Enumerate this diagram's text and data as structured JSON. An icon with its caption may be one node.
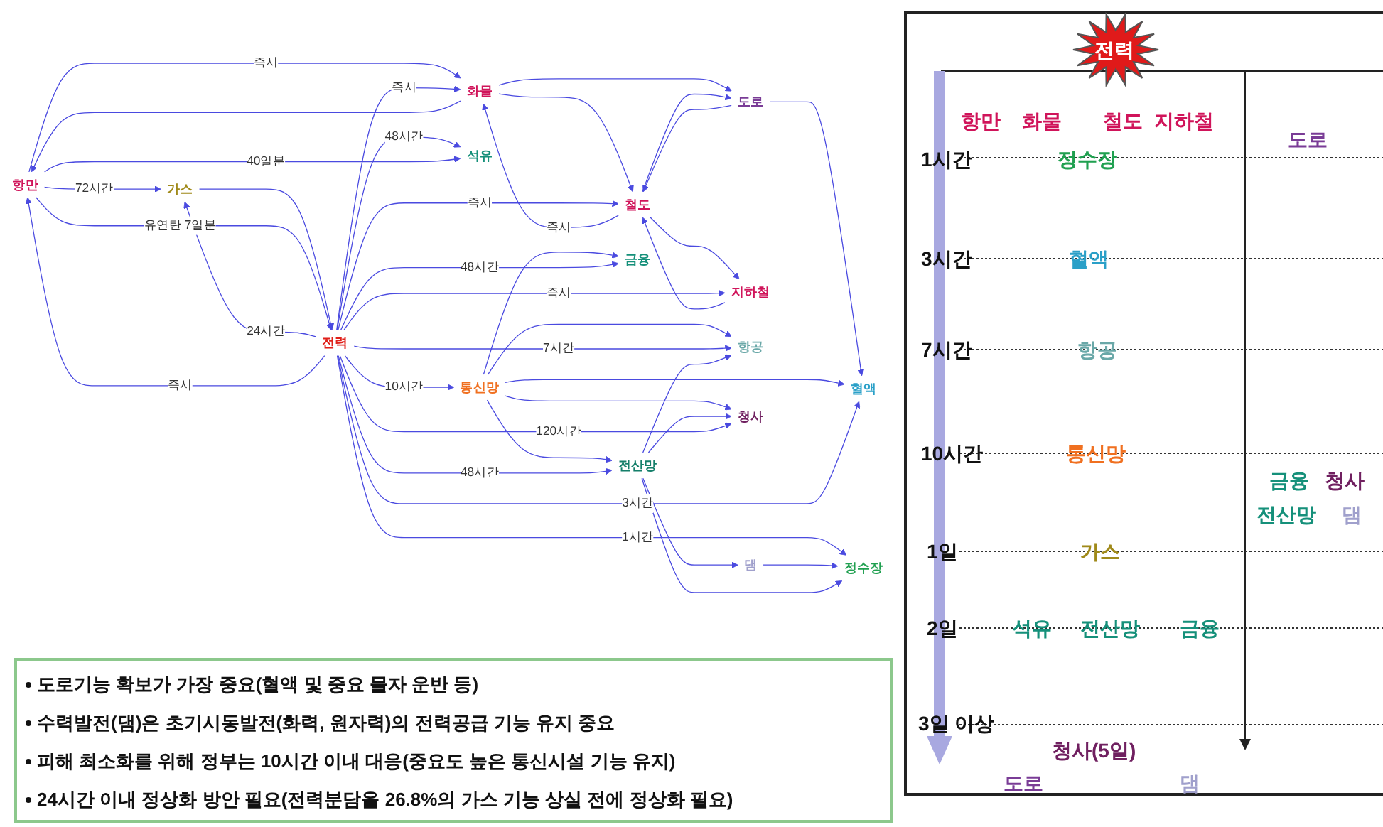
{
  "diagram": {
    "nodes": [
      {
        "text": [
          "항만"
        ]
      },
      {
        "text": [
          "화물"
        ]
      },
      {
        "text": [
          "철도"
        ]
      },
      {
        "text": [
          "도로"
        ]
      },
      {
        "text": [
          "지하철"
        ]
      },
      {
        "text": [
          "석유"
        ]
      },
      {
        "text": [
          "가스"
        ]
      },
      {
        "text": [
          "전력"
        ]
      },
      {
        "text": [
          "혈액"
        ]
      },
      {
        "text": [
          "통신망"
        ]
      },
      {
        "text": [
          "항공"
        ]
      },
      {
        "text": [
          "전산망"
        ]
      },
      {
        "text": [
          "정수장"
        ]
      },
      {
        "text": [
          "댐"
        ]
      },
      {
        "text": [
          "청사"
        ]
      },
      {
        "text": [
          "금융"
        ]
      }
    ],
    "edges": [
      {
        "from": 0,
        "to": 1,
        "arrow": "to",
        "label": "즉시"
      },
      {
        "from": 1,
        "to": 0,
        "arrow": "to"
      },
      {
        "from": 2,
        "to": 1,
        "arrow": "to",
        "label": "즉시"
      },
      {
        "from": 1,
        "to": 2,
        "arrow": "to"
      },
      {
        "from": 1,
        "to": 3,
        "arrow": "to"
      },
      {
        "from": 2,
        "to": 3,
        "arrow": "to"
      },
      {
        "from": 3,
        "to": 2,
        "arrow": "to"
      },
      {
        "from": 4,
        "to": 2,
        "arrow": "to"
      },
      {
        "from": 2,
        "to": 4,
        "arrow": "to"
      },
      {
        "from": 7,
        "to": 4,
        "arrow": "to",
        "label": "즉시"
      },
      {
        "from": 3,
        "to": 8,
        "arrow": "to"
      },
      {
        "from": 9,
        "to": 8,
        "arrow": "to"
      },
      {
        "from": 7,
        "to": 8,
        "arrow": "to",
        "label": "3시간"
      },
      {
        "from": 7,
        "to": 9,
        "arrow": "to",
        "label": "10시간"
      },
      {
        "from": 9,
        "to": 10,
        "arrow": "to"
      },
      {
        "from": 7,
        "to": 10,
        "arrow": "to",
        "label": "7시간"
      },
      {
        "from": 11,
        "to": 10,
        "arrow": "to"
      },
      {
        "from": 9,
        "to": 11,
        "arrow": "to"
      },
      {
        "from": 9,
        "to": 14,
        "arrow": "to"
      },
      {
        "from": 9,
        "to": 15,
        "arrow": "to"
      },
      {
        "from": 7,
        "to": 11,
        "arrow": "to",
        "label": "48시간"
      },
      {
        "from": 7,
        "to": 12,
        "arrow": "to",
        "label": "1시간"
      },
      {
        "from": 11,
        "to": 13,
        "arrow": "to"
      },
      {
        "from": 13,
        "to": 12,
        "arrow": "to"
      },
      {
        "from": 11,
        "to": 12,
        "arrow": "to"
      },
      {
        "from": 11,
        "to": 14,
        "arrow": "to"
      },
      {
        "from": 7,
        "to": 14,
        "arrow": "to",
        "label": "120시간"
      },
      {
        "from": 7,
        "to": 15,
        "arrow": "to",
        "label": "48시간"
      },
      {
        "from": 7,
        "to": 2,
        "arrow": "to",
        "label": "즉시"
      },
      {
        "from": 7,
        "to": 1,
        "arrow": "to",
        "label": "즉시"
      },
      {
        "from": 7,
        "to": 5,
        "arrow": "to",
        "label": "48시간"
      },
      {
        "from": 0,
        "to": 5,
        "arrow": "to",
        "label": "40일분"
      },
      {
        "from": 0,
        "to": 6,
        "arrow": "to",
        "label": "72시간"
      },
      {
        "from": 6,
        "to": 7,
        "arrow": "to"
      },
      {
        "from": 7,
        "to": 6,
        "arrow": "to",
        "label": "24시간"
      },
      {
        "from": 0,
        "to": 7,
        "arrow": "to",
        "label": "유연탄 7일분"
      },
      {
        "from": 7,
        "to": 0,
        "arrow": "to",
        "label": "즉시"
      }
    ],
    "labels": [
      "전력",
      "항만",
      "화물",
      "철도",
      "지하철",
      "도로",
      "1시간",
      "정수장",
      "3시간",
      "혈액",
      "7시간",
      "항공",
      "10시간",
      "통신망",
      "금융",
      "청사",
      "전산망",
      "댐",
      "1일",
      "가스",
      "2일",
      "석유",
      "전산망",
      "금융",
      "3일 이상",
      "청사(5일)",
      "도로",
      "댐",
      "도로기능 확보가 가장 중요(혈액 및 중요 물자 운반 등)",
      "수력발전(댐)은 초기시동발전(화력, 원자력)의 전력공급 기능 유지 중요",
      "피해 최소화를 위해 정부는 10시간 이내 대응(중요도 높은 통신시설 기능 유지)",
      "24시간 이내 정상화 방안 필요(전력분담율 26.8%의 가스 기능 상실 전에 정상화 필요)"
    ]
  }
}
